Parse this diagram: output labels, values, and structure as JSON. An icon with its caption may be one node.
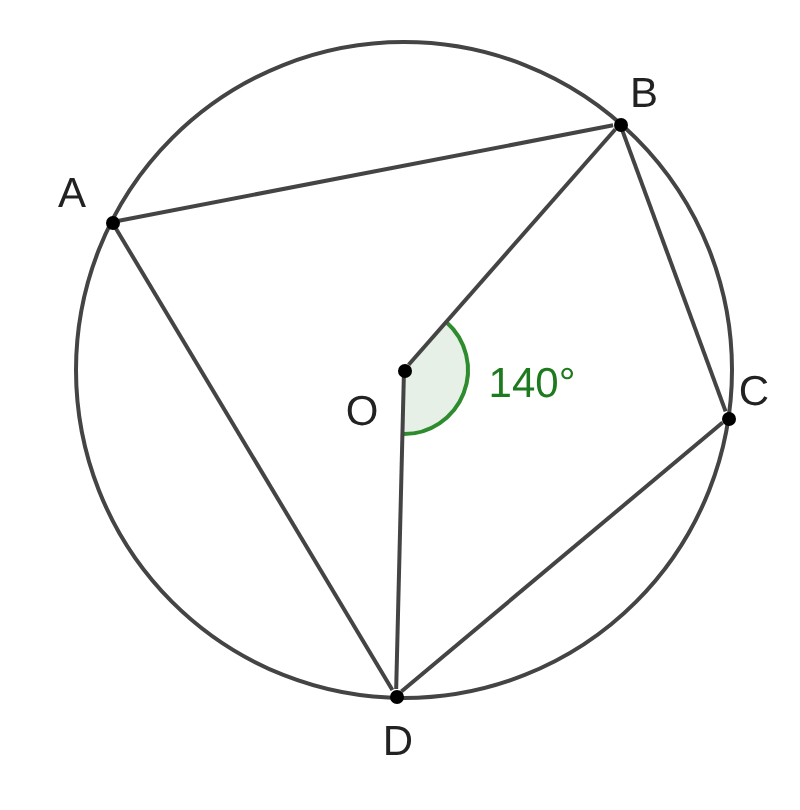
{
  "diagram": {
    "nodes": [
      {
        "text": [],
        "shape": "circle",
        "beside": [
          "A"
        ]
      },
      {
        "text": [],
        "shape": "circle",
        "beside": [
          "B"
        ]
      },
      {
        "text": [],
        "shape": "circle",
        "beside": [
          "O"
        ]
      },
      {
        "text": [],
        "shape": "circle",
        "beside": [
          "C"
        ]
      },
      {
        "text": [],
        "shape": "circle",
        "beside": [
          "D"
        ]
      }
    ],
    "edges": [
      {
        "from": 0,
        "to": 1,
        "arrow": "none"
      },
      {
        "from": 1,
        "to": 3,
        "arrow": "none"
      },
      {
        "from": 3,
        "to": 4,
        "arrow": "none"
      },
      {
        "from": 4,
        "to": 0,
        "arrow": "none"
      },
      {
        "from": 2,
        "to": 1,
        "arrow": "none"
      },
      {
        "from": 2,
        "to": 4,
        "arrow": "none"
      }
    ],
    "labels": [
      "140°"
    ]
  }
}
